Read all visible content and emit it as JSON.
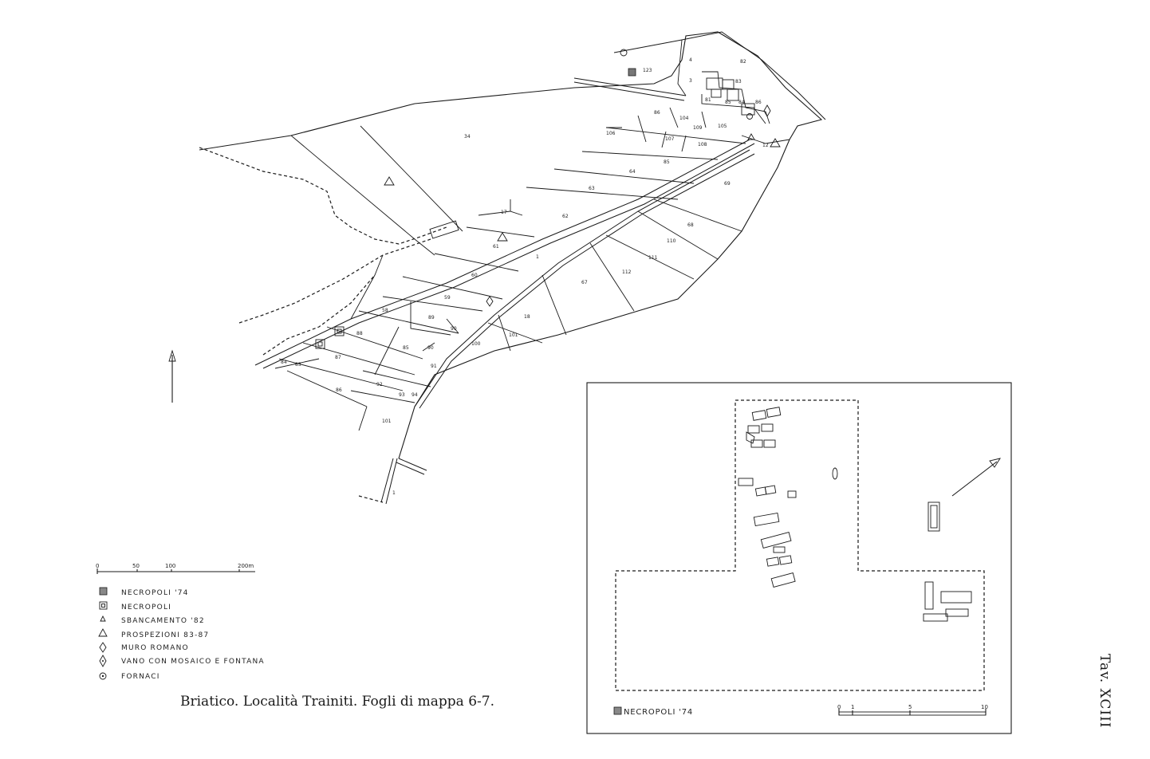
{
  "caption": "Briatico. Località Trainiti. Fogli di mappa 6-7.",
  "plate_number": "Tav. XCIII",
  "map": {
    "parcel_labels": [
      "123",
      "4",
      "82",
      "3",
      "83",
      "84",
      "85",
      "86",
      "81",
      "86",
      "104",
      "109",
      "105",
      "106",
      "107",
      "108",
      "12",
      "34",
      "85",
      "64",
      "63",
      "69",
      "17",
      "62",
      "68",
      "61",
      "1",
      "110",
      "111",
      "60",
      "112",
      "67",
      "59",
      "58",
      "89",
      "90",
      "18",
      "100",
      "101",
      "88",
      "85",
      "90",
      "87",
      "91",
      "84",
      "83",
      "92",
      "93",
      "94",
      "86",
      "101",
      "1"
    ],
    "scale": {
      "ticks": [
        "0",
        "50",
        "100",
        "200m"
      ]
    },
    "north_arrow": "north-arrow"
  },
  "legend": {
    "items": [
      {
        "symbol": "filled-square",
        "label": "NECROPOLI '74"
      },
      {
        "symbol": "double-square",
        "label": "NECROPOLI"
      },
      {
        "symbol": "small-triangle",
        "label": "SBANCAMENTO '82"
      },
      {
        "symbol": "triangle",
        "label": "PROSPEZIONI 83-87"
      },
      {
        "symbol": "diamond",
        "label": "MURO ROMANO"
      },
      {
        "symbol": "diamond-dot",
        "label": "VANO CON MOSAICO E FONTANA"
      },
      {
        "symbol": "circle-dot",
        "label": "FORNACI"
      }
    ]
  },
  "inset": {
    "legend_label": "NECROPOLI '74",
    "scale": {
      "ticks": [
        "0",
        "1",
        "5",
        "10"
      ]
    }
  }
}
